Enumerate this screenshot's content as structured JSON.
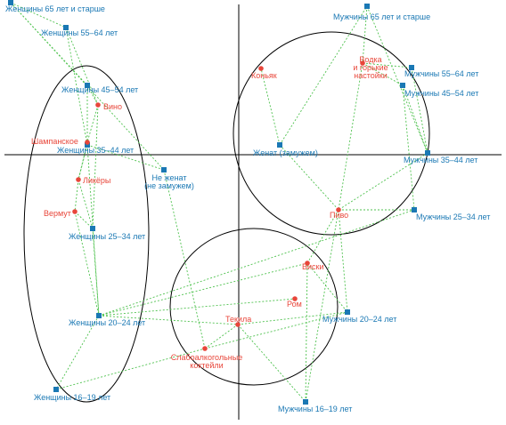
{
  "colors": {
    "segment": "#4fc24f",
    "demographic": "#1a78b4",
    "drink": "#e8463a",
    "axis": "#000000",
    "ellipse": "#000000"
  },
  "demographics": [
    {
      "id": "w65",
      "lines": [
        "Женщины 65 лет и старше"
      ]
    },
    {
      "id": "w55",
      "lines": [
        "Женщины 55–64 лет"
      ]
    },
    {
      "id": "w45",
      "lines": [
        "Женщины 45–54 лет"
      ]
    },
    {
      "id": "w35",
      "lines": [
        "Женщины 35–44 лет"
      ]
    },
    {
      "id": "w25",
      "lines": [
        "Женщины 25–34 лет"
      ]
    },
    {
      "id": "w20",
      "lines": [
        "Женщины 20–24 лет"
      ]
    },
    {
      "id": "w16",
      "lines": [
        "Женщины 16–19 лет"
      ]
    },
    {
      "id": "single",
      "lines": [
        "Не женат",
        "(не замужем)"
      ]
    },
    {
      "id": "married",
      "lines": [
        "Женат (замужем)"
      ]
    },
    {
      "id": "m65",
      "lines": [
        "Мужчины 65 лет и старше"
      ]
    },
    {
      "id": "m55",
      "lines": [
        "Мужчины 55–64 лет"
      ]
    },
    {
      "id": "m45",
      "lines": [
        "Мужчины 45–54 лет"
      ]
    },
    {
      "id": "m35",
      "lines": [
        "Мужчины 35–44 лет"
      ]
    },
    {
      "id": "m25",
      "lines": [
        "Мужчины 25–34 лет"
      ]
    },
    {
      "id": "m20",
      "lines": [
        "Мужчины 20–24 лет"
      ]
    },
    {
      "id": "m16",
      "lines": [
        "Мужчины 16–19 лет"
      ]
    }
  ],
  "drinks": [
    {
      "id": "wine",
      "lines": [
        "Вино"
      ]
    },
    {
      "id": "champ",
      "lines": [
        "Шампанское"
      ]
    },
    {
      "id": "liq",
      "lines": [
        "Ликёры"
      ]
    },
    {
      "id": "verm",
      "lines": [
        "Вермут"
      ]
    },
    {
      "id": "cognac",
      "lines": [
        "Коньяк"
      ]
    },
    {
      "id": "vodka",
      "lines": [
        "Водка",
        "и горькие",
        "настойки"
      ]
    },
    {
      "id": "beer",
      "lines": [
        "Пиво"
      ]
    },
    {
      "id": "whisky",
      "lines": [
        "Виски"
      ]
    },
    {
      "id": "rum",
      "lines": [
        "Ром"
      ]
    },
    {
      "id": "tequila",
      "lines": [
        "Текила"
      ]
    },
    {
      "id": "lowalc",
      "lines": [
        "Слабоалкогольные",
        "коктейли"
      ]
    }
  ],
  "links": [
    [
      "w65",
      "w55"
    ],
    [
      "w65",
      "w45"
    ],
    [
      "w65",
      "single"
    ],
    [
      "w55",
      "w35"
    ],
    [
      "w55",
      "wine"
    ],
    [
      "w45",
      "w35"
    ],
    [
      "w45",
      "wine"
    ],
    [
      "wine",
      "champ"
    ],
    [
      "wine",
      "w25"
    ],
    [
      "w35",
      "champ"
    ],
    [
      "w35",
      "single"
    ],
    [
      "w35",
      "liq"
    ],
    [
      "w35",
      "w20"
    ],
    [
      "champ",
      "liq"
    ],
    [
      "liq",
      "w25"
    ],
    [
      "liq",
      "verm"
    ],
    [
      "verm",
      "w25"
    ],
    [
      "verm",
      "w20"
    ],
    [
      "w25",
      "w20"
    ],
    [
      "w20",
      "w16"
    ],
    [
      "w20",
      "tequila"
    ],
    [
      "w20",
      "whisky"
    ],
    [
      "w20",
      "m25"
    ],
    [
      "w20",
      "rum"
    ],
    [
      "single",
      "lowalc"
    ],
    [
      "w16",
      "lowalc"
    ],
    [
      "lowalc",
      "tequila"
    ],
    [
      "lowalc",
      "m20"
    ],
    [
      "tequila",
      "m16"
    ],
    [
      "tequila",
      "m20"
    ],
    [
      "m16",
      "whisky"
    ],
    [
      "m16",
      "beer"
    ],
    [
      "whisky",
      "m20"
    ],
    [
      "whisky",
      "beer"
    ],
    [
      "married",
      "cognac"
    ],
    [
      "married",
      "beer"
    ],
    [
      "married",
      "m65"
    ],
    [
      "m65",
      "vodka"
    ],
    [
      "m65",
      "m35"
    ],
    [
      "vodka",
      "m55"
    ],
    [
      "vodka",
      "m45"
    ],
    [
      "vodka",
      "beer"
    ],
    [
      "m55",
      "m35"
    ],
    [
      "m45",
      "m35"
    ],
    [
      "m45",
      "m25"
    ],
    [
      "m35",
      "beer"
    ],
    [
      "beer",
      "m25"
    ],
    [
      "beer",
      "m20"
    ]
  ]
}
